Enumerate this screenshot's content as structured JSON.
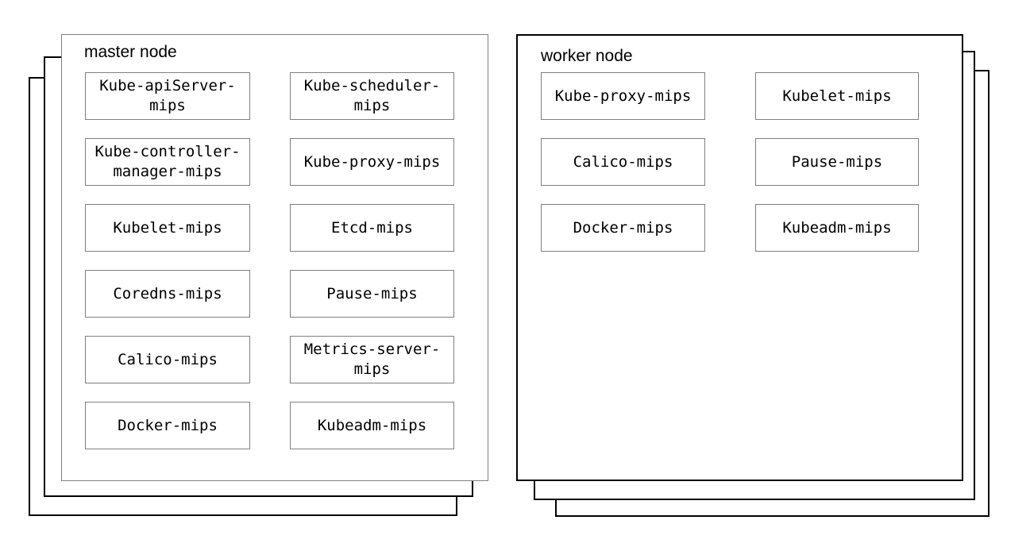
{
  "diagram": {
    "master": {
      "title": "master node",
      "boxes": [
        "Kube-apiServer-mips",
        "Kube-scheduler-mips",
        "Kube-controller-manager-mips",
        "Kube-proxy-mips",
        "Kubelet-mips",
        "Etcd-mips",
        "Coredns-mips",
        "Pause-mips",
        "Calico-mips",
        "Metrics-server-mips",
        "Docker-mips",
        "Kubeadm-mips"
      ]
    },
    "worker": {
      "title": "worker node",
      "boxes": [
        "Kube-proxy-mips",
        "Kubelet-mips",
        "Calico-mips",
        "Pause-mips",
        "Docker-mips",
        "Kubeadm-mips"
      ]
    },
    "colors": {
      "background": "#ffffff",
      "stack_layer_border": "#000000",
      "master_panel_border": "#7f7f7f",
      "worker_panel_border": "#000000",
      "component_box_border": "#7f7f7f",
      "text": "#000000"
    }
  }
}
